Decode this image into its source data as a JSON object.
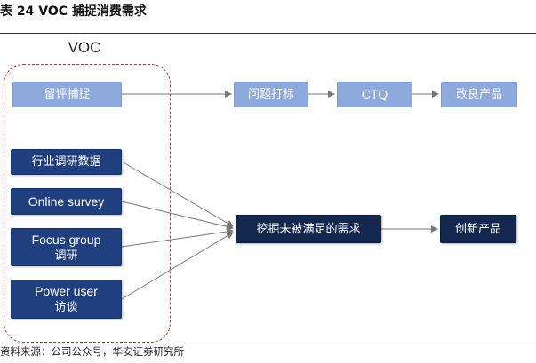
{
  "title": "表 24 VOC 捕捉消费需求",
  "voc_label": "VOC",
  "nodes": {
    "capture": "留评捕捉",
    "tagging": "问题打标",
    "ctq": "CTQ",
    "improve": "改良产品",
    "industry_data": "行业调研数据",
    "online_survey": "Online survey",
    "focus_group_line1": "Focus group",
    "focus_group_line2": "调研",
    "power_user_line1": "Power user",
    "power_user_line2": "访谈",
    "unmet_needs": "挖掘未被满足的需求",
    "innovate": "创新产品"
  },
  "colors": {
    "light_box": "#8ea9dc",
    "dark_box": "#1f3f7f",
    "navy_box": "#14284f",
    "dashed_frame": "#b03a3a",
    "arrow": "#777777"
  },
  "source": "资料来源：公司公众号，华安证券研究所"
}
